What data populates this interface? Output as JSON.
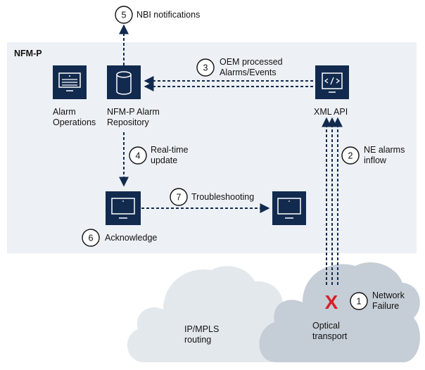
{
  "region": {
    "label": "NFM-P"
  },
  "nodes": {
    "alarm_operations": {
      "line1": "Alarm",
      "line2": "Operations"
    },
    "alarm_repository": {
      "line1": "NFM-P Alarm",
      "line2": "Repository"
    },
    "xml_api": {
      "label": "XML API"
    },
    "ack_monitor": {
      "label": "Acknowledge"
    },
    "ip_mpls_cloud": {
      "line1": "IP/MPLS",
      "line2": "routing"
    },
    "optical_cloud": {
      "line1": "Optical",
      "line2": "transport"
    }
  },
  "steps": [
    {
      "number": "1",
      "line1": "Network",
      "line2": "Failure"
    },
    {
      "number": "2",
      "line1": "NE alarms",
      "line2": "inflow"
    },
    {
      "number": "3",
      "line1": "OEM processed",
      "line2": "Alarms/Events"
    },
    {
      "number": "4",
      "line1": "Real-time",
      "line2": "update"
    },
    {
      "number": "5",
      "line1": "NBI notifications",
      "line2": ""
    },
    {
      "number": "6",
      "line1": "Acknowledge",
      "line2": ""
    },
    {
      "number": "7",
      "line1": "Troubleshooting",
      "line2": ""
    }
  ],
  "failure_mark": "X",
  "colors": {
    "region_bg": "#edf1f5",
    "icon_dark": "#122a4e",
    "cloud_light": "#e3e8ed",
    "cloud_dark": "#c5cdd6",
    "failure_red": "#d81f2a"
  }
}
